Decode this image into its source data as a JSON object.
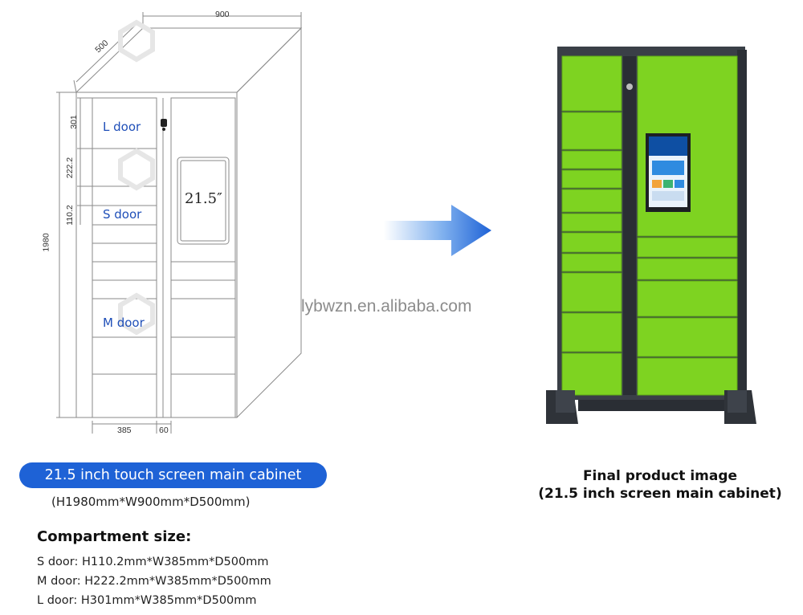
{
  "drawing": {
    "dims": {
      "width": "900",
      "depth": "500",
      "height": "1980",
      "l_door": "301",
      "m_door": "222.2",
      "s_door": "110.2",
      "col_width": "385",
      "divider": "60"
    },
    "labels": {
      "l_door": "L door",
      "s_door": "S door",
      "m_door": "M door",
      "screen": "21.5″"
    }
  },
  "watermark_url": "lybwzn.en.alibaba.com",
  "captions": {
    "main_cabinet": "21.5 inch touch screen main cabinet",
    "main_dims": "(H1980mm*W900mm*D500mm)",
    "compartment_title": "Compartment size:",
    "sizes": [
      "S door:  H110.2mm*W385mm*D500mm",
      "M door: H222.2mm*W385mm*D500mm",
      "L door: H301mm*W385mm*D500mm"
    ],
    "final_title_1": "Final product image",
    "final_title_2": "(21.5 inch screen main cabinet)"
  },
  "colors": {
    "accent_blue": "#1e62d6",
    "door_green": "#7ed321",
    "frame_dark": "#3a3f47",
    "drawing_label_blue": "#1f4fb8"
  }
}
